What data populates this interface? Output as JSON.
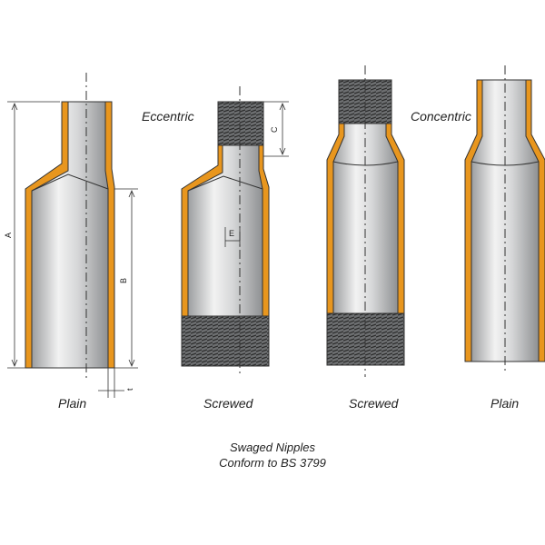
{
  "labels": {
    "eccentric": "Eccentric",
    "concentric": "Concentric"
  },
  "fittings": [
    {
      "end_type": "Plain"
    },
    {
      "end_type": "Screwed"
    },
    {
      "end_type": "Screwed"
    },
    {
      "end_type": "Plain"
    }
  ],
  "dimensions": {
    "a": "A",
    "b": "B",
    "c": "C",
    "e": "E",
    "t": "t"
  },
  "caption": {
    "title": "Swaged Nipples",
    "subtitle": "Conform to BS 3799"
  },
  "colors": {
    "pipe_fill": "#c9cbcc",
    "pipe_highlight": "#f4f4f4",
    "wall": "#e8961e",
    "outline": "#333333"
  }
}
